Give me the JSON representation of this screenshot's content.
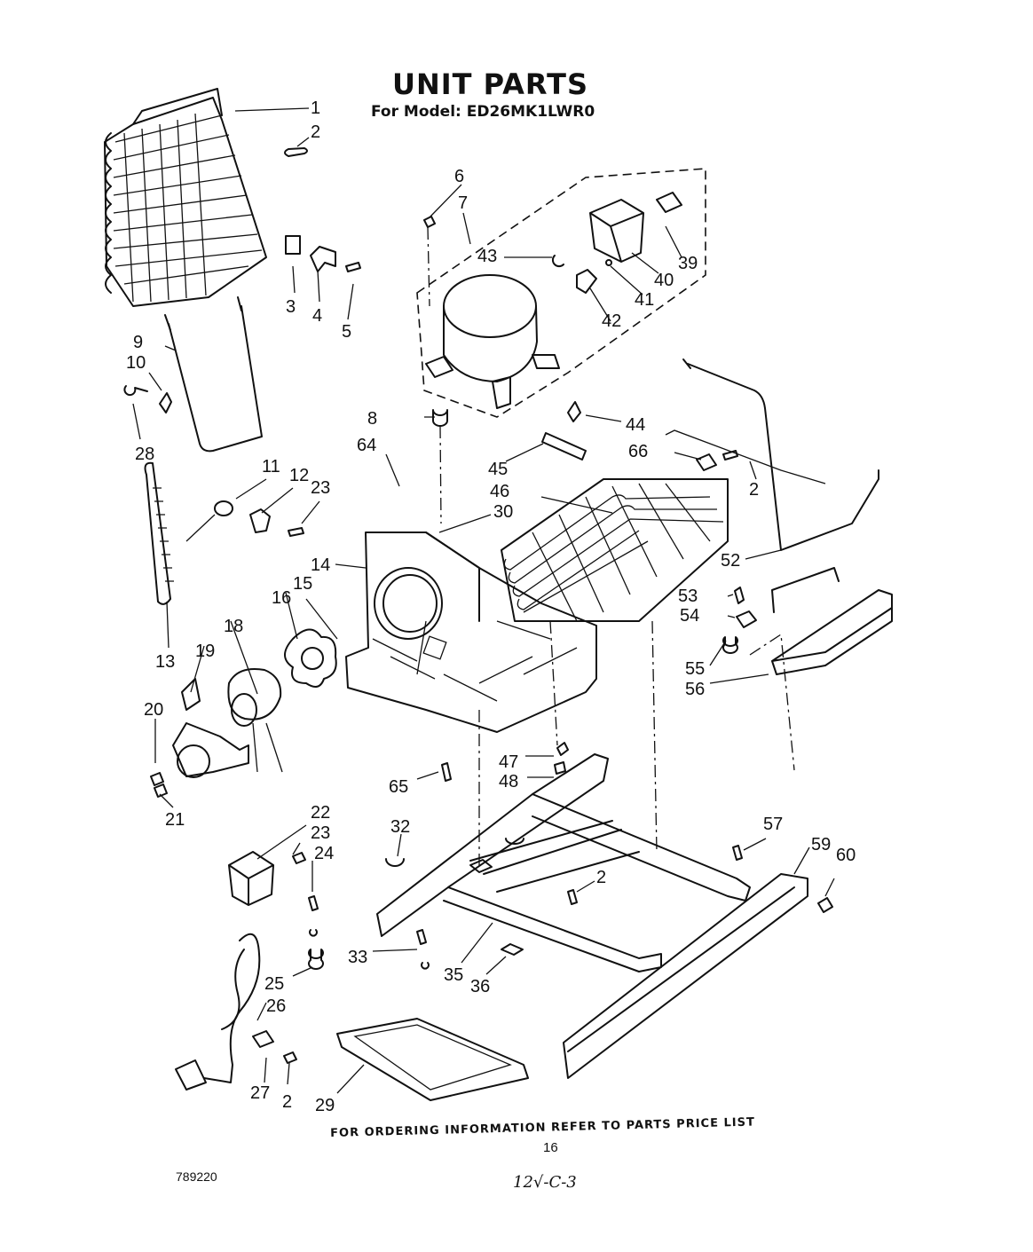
{
  "title": "UNIT PARTS",
  "subtitle": "For Model: ED26MK1LWR0",
  "footer": "FOR ORDERING INFORMATION REFER TO PARTS PRICE LIST",
  "page_number": "16",
  "catalog_number": "789220",
  "handwritten_note": "12√-C-3",
  "callouts": [
    {
      "id": "c1",
      "label": "1"
    },
    {
      "id": "c2a",
      "label": "2"
    },
    {
      "id": "c3",
      "label": "3"
    },
    {
      "id": "c4",
      "label": "4"
    },
    {
      "id": "c5",
      "label": "5"
    },
    {
      "id": "c6",
      "label": "6"
    },
    {
      "id": "c7",
      "label": "7"
    },
    {
      "id": "c8",
      "label": "8"
    },
    {
      "id": "c9",
      "label": "9"
    },
    {
      "id": "c10",
      "label": "10"
    },
    {
      "id": "c28",
      "label": "28"
    },
    {
      "id": "c43",
      "label": "43"
    },
    {
      "id": "c39",
      "label": "39"
    },
    {
      "id": "c40",
      "label": "40"
    },
    {
      "id": "c41",
      "label": "41"
    },
    {
      "id": "c42",
      "label": "42"
    },
    {
      "id": "c44",
      "label": "44"
    },
    {
      "id": "c64",
      "label": "64"
    },
    {
      "id": "c45",
      "label": "45"
    },
    {
      "id": "c66",
      "label": "66"
    },
    {
      "id": "c2b",
      "label": "2"
    },
    {
      "id": "c46",
      "label": "46"
    },
    {
      "id": "c11",
      "label": "11"
    },
    {
      "id": "c12",
      "label": "12"
    },
    {
      "id": "c23a",
      "label": "23"
    },
    {
      "id": "c30",
      "label": "30"
    },
    {
      "id": "c14",
      "label": "14"
    },
    {
      "id": "c52",
      "label": "52"
    },
    {
      "id": "c16",
      "label": "16"
    },
    {
      "id": "c15",
      "label": "15"
    },
    {
      "id": "c53",
      "label": "53"
    },
    {
      "id": "c54",
      "label": "54"
    },
    {
      "id": "c13",
      "label": "13"
    },
    {
      "id": "c19",
      "label": "19"
    },
    {
      "id": "c18",
      "label": "18"
    },
    {
      "id": "c55",
      "label": "55"
    },
    {
      "id": "c56",
      "label": "56"
    },
    {
      "id": "c20",
      "label": "20"
    },
    {
      "id": "c47",
      "label": "47"
    },
    {
      "id": "c48",
      "label": "48"
    },
    {
      "id": "c65",
      "label": "65"
    },
    {
      "id": "c21",
      "label": "21"
    },
    {
      "id": "c22",
      "label": "22"
    },
    {
      "id": "c23b",
      "label": "23"
    },
    {
      "id": "c32",
      "label": "32"
    },
    {
      "id": "c57",
      "label": "57"
    },
    {
      "id": "c24",
      "label": "24"
    },
    {
      "id": "c59",
      "label": "59"
    },
    {
      "id": "c60",
      "label": "60"
    },
    {
      "id": "c2c",
      "label": "2"
    },
    {
      "id": "c33",
      "label": "33"
    },
    {
      "id": "c35",
      "label": "35"
    },
    {
      "id": "c36",
      "label": "36"
    },
    {
      "id": "c25",
      "label": "25"
    },
    {
      "id": "c26",
      "label": "26"
    },
    {
      "id": "c27",
      "label": "27"
    },
    {
      "id": "c2d",
      "label": "2"
    },
    {
      "id": "c29",
      "label": "29"
    }
  ]
}
